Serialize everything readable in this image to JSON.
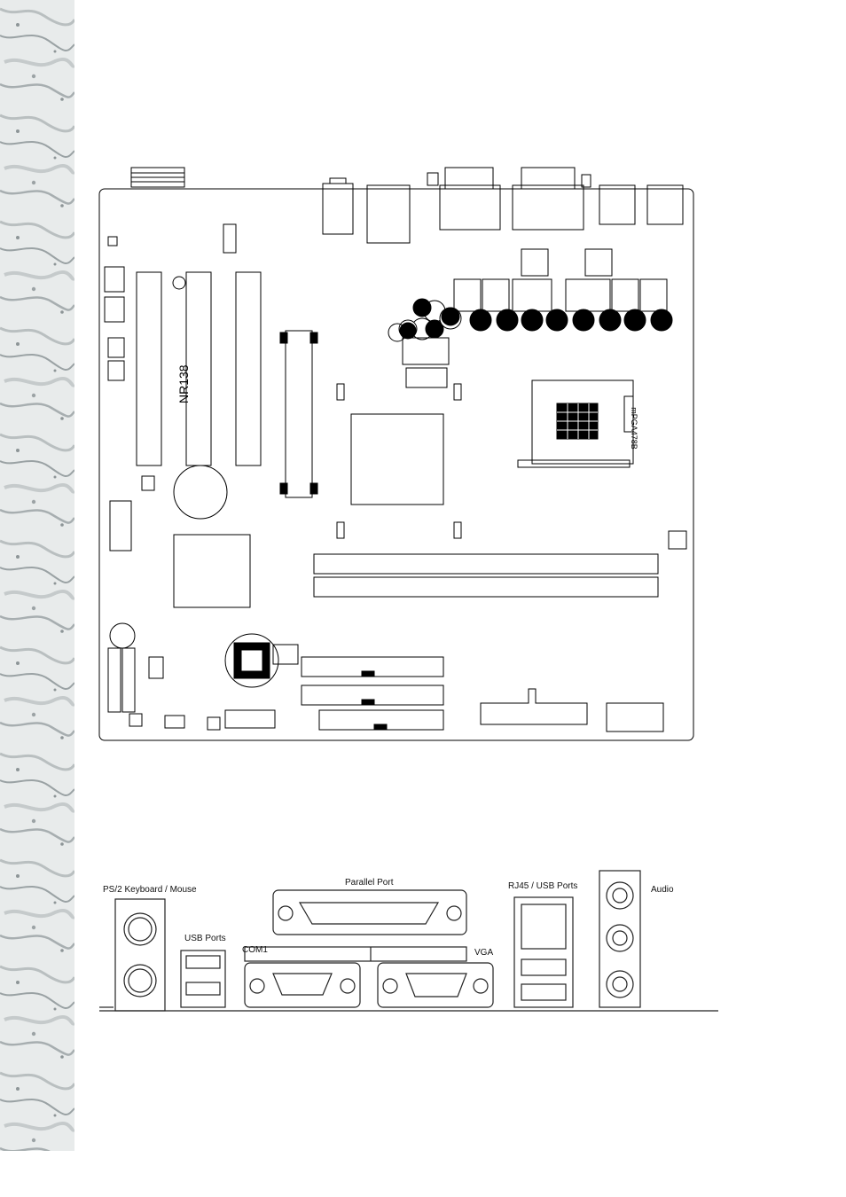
{
  "board": {
    "model": "NR138",
    "socket": "mPGA478B"
  },
  "io_panel": {
    "labels": {
      "ps2": "PS/2 Keyboard / Mouse",
      "usb": "USB Ports",
      "com1": "COM1",
      "parallel": "Parallel Port",
      "vga": "VGA",
      "rj45": "RJ45 / USB Ports",
      "audio": "Audio"
    }
  }
}
